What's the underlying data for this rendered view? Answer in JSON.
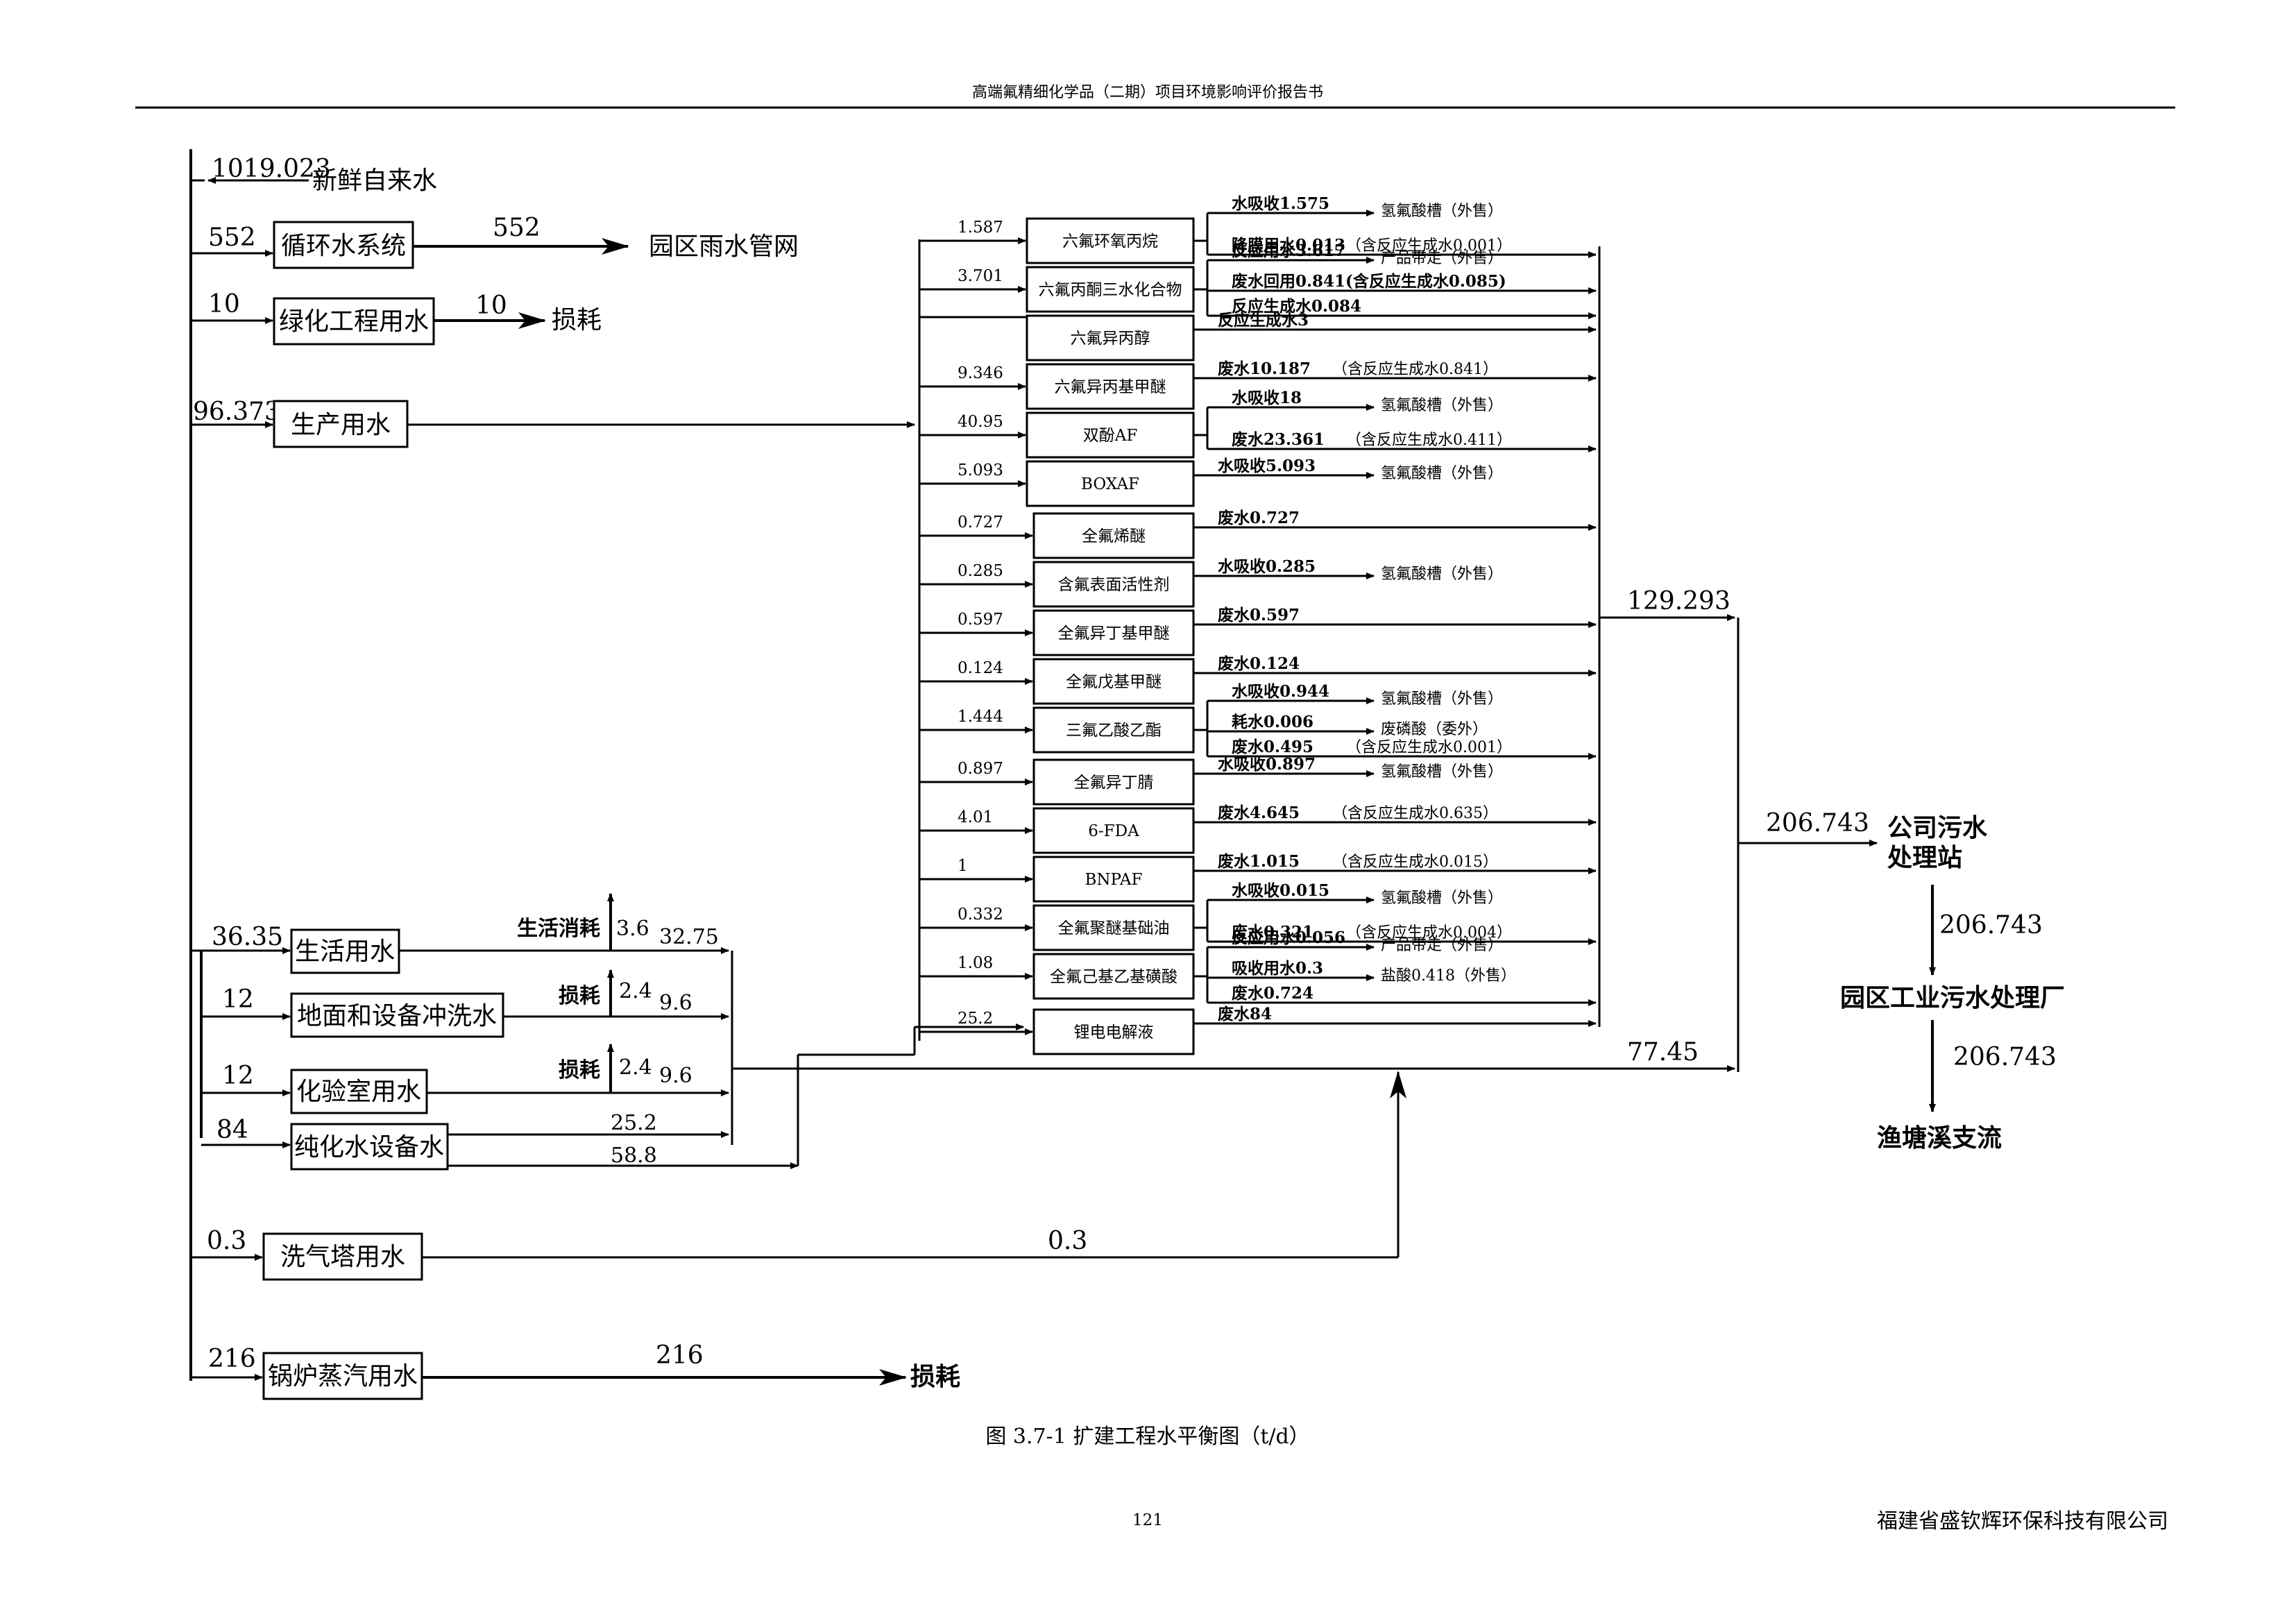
{
  "header": "高端氟精细化学品（二期）项目环境影响评价报告书",
  "footer": {
    "page": "121",
    "company": "福建省盛钦辉环保科技有限公司"
  },
  "caption": "图 3.7-1    扩建工程水平衡图（t/d）",
  "source": {
    "value": "1019.023",
    "label": "新鲜自来水"
  },
  "left_units": [
    {
      "name": "循环水系统",
      "in": "552",
      "out": "552",
      "dest": "园区雨水管网"
    },
    {
      "name": "绿化工程用水",
      "in": "10",
      "out": "10",
      "dest": "损耗"
    },
    {
      "name": "生产用水",
      "in": "96.373"
    }
  ],
  "processes": [
    {
      "name": "六氟环氧丙烷",
      "in": "1.587",
      "outs": [
        {
          "text": "水吸收1.575",
          "dest": "氢氟酸槽（外售）"
        },
        {
          "text": "降膜用水0.013",
          "note": "（含反应生成水0.001）"
        }
      ]
    },
    {
      "name": "六氟丙酮三水化合物",
      "in": "3.701",
      "outs": [
        {
          "text": "反应用水3.617",
          "dest": "产品带走（外售）"
        },
        {
          "text": "废水回用0.841(含反应生成水0.085)"
        },
        {
          "text": "反应生成水0.084"
        }
      ]
    },
    {
      "name": "六氟异丙醇",
      "in": "",
      "outs": [
        {
          "text": "反应生成水3"
        }
      ]
    },
    {
      "name": "六氟异丙基甲醚",
      "in": "9.346",
      "outs": [
        {
          "text": "废水10.187",
          "note": "（含反应生成水0.841）"
        }
      ]
    },
    {
      "name": "双酚AF",
      "in": "40.95",
      "outs": [
        {
          "text": "水吸收18",
          "dest": "氢氟酸槽（外售）"
        },
        {
          "text": "废水23.361",
          "note": "（含反应生成水0.411）"
        }
      ]
    },
    {
      "name": "BOXAF",
      "in": "5.093",
      "outs": [
        {
          "text": "水吸收5.093",
          "dest": "氢氟酸槽（外售）"
        }
      ]
    },
    {
      "name": "全氟烯醚",
      "in": "0.727",
      "outs": [
        {
          "text": "废水0.727"
        }
      ]
    },
    {
      "name": "含氟表面活性剂",
      "in": "0.285",
      "outs": [
        {
          "text": "水吸收0.285",
          "dest": "氢氟酸槽（外售）"
        }
      ]
    },
    {
      "name": "全氟异丁基甲醚",
      "in": "0.597",
      "outs": [
        {
          "text": "废水0.597"
        }
      ]
    },
    {
      "name": "全氟戊基甲醚",
      "in": "0.124",
      "outs": [
        {
          "text": "废水0.124"
        }
      ]
    },
    {
      "name": "三氟乙酸乙酯",
      "in": "1.444",
      "outs": [
        {
          "text": "水吸收0.944",
          "dest": "氢氟酸槽（外售）"
        },
        {
          "text": "耗水0.006",
          "dest": "废磷酸（委外）"
        },
        {
          "text": "废水0.495",
          "note": "（含反应生成水0.001）"
        }
      ]
    },
    {
      "name": "全氟异丁腈",
      "in": "0.897",
      "outs": [
        {
          "text": "水吸收0.897",
          "dest": "氢氟酸槽（外售）"
        }
      ]
    },
    {
      "name": "6-FDA",
      "in": "4.01",
      "outs": [
        {
          "text": "废水4.645",
          "note": "（含反应生成水0.635）"
        }
      ]
    },
    {
      "name": "BNPAF",
      "in": "1",
      "outs": [
        {
          "text": "废水1.015",
          "note": "（含反应生成水0.015）"
        }
      ]
    },
    {
      "name": "全氟聚醚基础油",
      "in": "0.332",
      "outs": [
        {
          "text": "水吸收0.015",
          "dest": "氢氟酸槽（外售）"
        },
        {
          "text": "废水0.321",
          "note": "（含反应生成水0.004）"
        }
      ]
    },
    {
      "name": "全氟己基乙基磺酸",
      "in": "1.08",
      "outs": [
        {
          "text": "反应用水0.056",
          "dest": "产品带走（外售）"
        },
        {
          "text": "吸收用水0.3",
          "dest": "盐酸0.418（外售）"
        },
        {
          "text": "废水0.724"
        }
      ]
    },
    {
      "name": "锂电电解液",
      "in": "25.2",
      "outs": [
        {
          "text": "废水84"
        }
      ]
    }
  ],
  "lower_units": [
    {
      "name": "生活用水",
      "in": "36.35",
      "loss_label": "生活消耗",
      "loss": "3.6",
      "out": "32.75"
    },
    {
      "name": "地面和设备冲洗水",
      "in": "12",
      "loss_label": "损耗",
      "loss": "2.4",
      "out": "9.6"
    },
    {
      "name": "化验室用水",
      "in": "12",
      "loss_label": "损耗",
      "loss": "2.4",
      "out": "9.6"
    },
    {
      "name": "纯化水设备水",
      "in": "84",
      "out1": "25.2",
      "out2": "58.8"
    },
    {
      "name": "洗气塔用水",
      "in": "0.3",
      "out": "0.3"
    },
    {
      "name": "锅炉蒸汽用水",
      "in": "216",
      "out": "216",
      "dest": "损耗"
    }
  ],
  "right": {
    "process_sum": "129.293",
    "other_sum": "77.45",
    "total": "206.743",
    "station": [
      "公司污水",
      "处理站"
    ],
    "flow2": "206.743",
    "plant": "园区工业污水处理厂",
    "flow3": "206.743",
    "river": "渔塘溪支流"
  }
}
